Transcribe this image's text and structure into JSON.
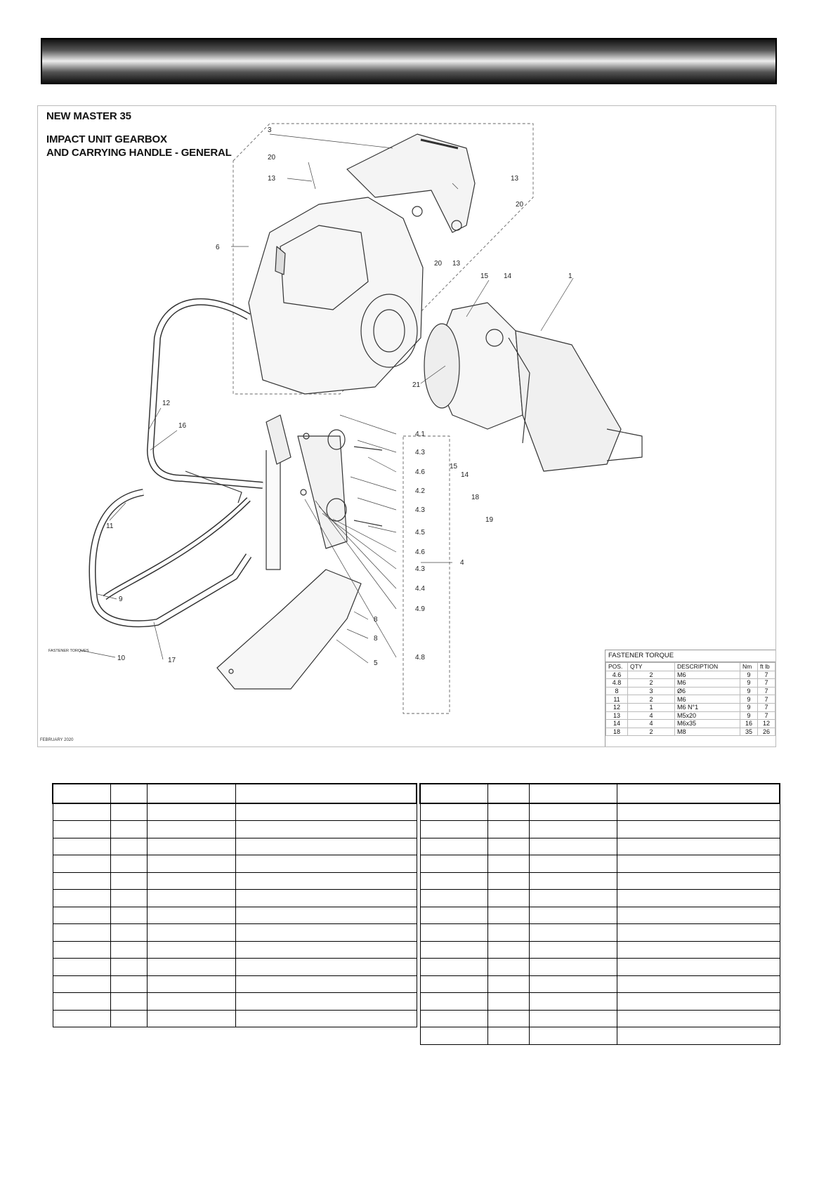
{
  "diagram": {
    "title": "NEW MASTER 35",
    "subtitle": "IMPACT UNIT GEARBOX\nAND CARRYING HANDLE - GENERAL",
    "date_stamp": "FEBRUARY 2020",
    "inner_label": "FASTENER TORQUES",
    "callouts": [
      "3",
      "20",
      "13",
      "13",
      "20",
      "6",
      "20",
      "13",
      "15",
      "14",
      "1",
      "21",
      "15",
      "14",
      "18",
      "19",
      "12",
      "16",
      "11",
      "9",
      "10",
      "17",
      "4.1",
      "4.3",
      "4.6",
      "4.2",
      "4.3",
      "4.5",
      "4.6",
      "4.3",
      "4.4",
      "4.9",
      "4.8",
      "4",
      "8",
      "8",
      "5"
    ]
  },
  "torque_table": {
    "title": "FASTENER TORQUE",
    "headers": [
      "POS.",
      "QTY",
      "DESCRIPTION",
      "Nm",
      "ft lb"
    ],
    "rows": [
      [
        "4.6",
        "2",
        "M6",
        "9",
        "7"
      ],
      [
        "4.8",
        "2",
        "M6",
        "9",
        "7"
      ],
      [
        "8",
        "3",
        "Ø6",
        "9",
        "7"
      ],
      [
        "11",
        "2",
        "M6",
        "9",
        "7"
      ],
      [
        "12",
        "1",
        "M6 N°1",
        "9",
        "7"
      ],
      [
        "13",
        "4",
        "M5x20",
        "9",
        "7"
      ],
      [
        "14",
        "4",
        "M6x35",
        "16",
        "12"
      ],
      [
        "18",
        "2",
        "M8",
        "35",
        "26"
      ]
    ]
  },
  "parts_tables": {
    "left_rows": 13,
    "right_rows": 14
  }
}
